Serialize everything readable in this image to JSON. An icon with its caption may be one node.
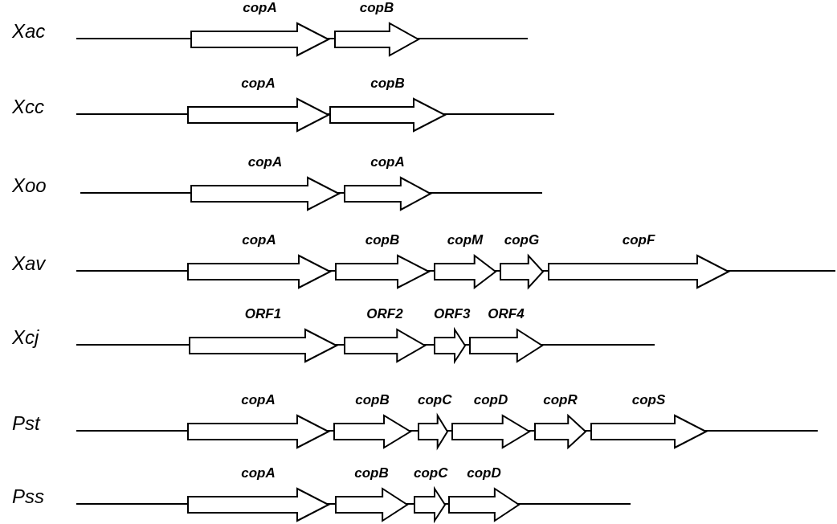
{
  "diagram": {
    "nodes": [
      {
        "text": [
          "copA"
        ]
      },
      {
        "text": [
          "copB"
        ]
      },
      {
        "text": [
          "copA"
        ]
      },
      {
        "text": [
          "copB"
        ]
      },
      {
        "text": [
          "copA"
        ]
      },
      {
        "text": [
          "copA"
        ]
      },
      {
        "text": [
          "copA"
        ]
      },
      {
        "text": [
          "copB"
        ]
      },
      {
        "text": [
          "copM"
        ]
      },
      {
        "text": [
          "copG"
        ]
      },
      {
        "text": [
          "copF"
        ]
      },
      {
        "text": [
          "ORF1"
        ]
      },
      {
        "text": [
          "ORF2"
        ]
      },
      {
        "text": [
          "ORF3"
        ]
      },
      {
        "text": [
          "ORF4"
        ]
      },
      {
        "text": [
          "copA"
        ]
      },
      {
        "text": [
          "copB"
        ]
      },
      {
        "text": [
          "copC"
        ]
      },
      {
        "text": [
          "copD"
        ]
      },
      {
        "text": [
          "copR"
        ]
      },
      {
        "text": [
          "copS"
        ]
      },
      {
        "text": [
          "copA"
        ]
      },
      {
        "text": [
          "copB"
        ]
      },
      {
        "text": [
          "copC"
        ]
      },
      {
        "text": [
          "copD"
        ]
      }
    ],
    "labels": [
      "Xac",
      "Xcc",
      "Xoo",
      "Xav",
      "Xcj",
      "Pst",
      "Pss"
    ]
  }
}
